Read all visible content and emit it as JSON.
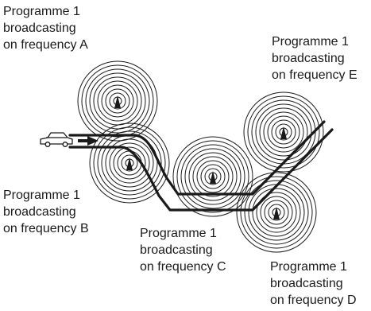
{
  "labels": {
    "a": {
      "line1": "Programme 1",
      "line2": "broadcasting",
      "line3": "on frequency A"
    },
    "b": {
      "line1": "Programme 1",
      "line2": "broadcasting",
      "line3": "on frequency B"
    },
    "c": {
      "line1": "Programme 1",
      "line2": "broadcasting",
      "line3": "on frequency C"
    },
    "d": {
      "line1": "Programme 1",
      "line2": "broadcasting",
      "line3": "on frequency D"
    },
    "e": {
      "line1": "Programme 1",
      "line2": "broadcasting",
      "line3": "on frequency E"
    }
  },
  "colors": {
    "ink": "#1a1a1a",
    "background": "#ffffff"
  },
  "icons": {
    "vehicle": "car-icon",
    "direction": "arrow-right-icon",
    "transmitter": "antenna-icon"
  }
}
